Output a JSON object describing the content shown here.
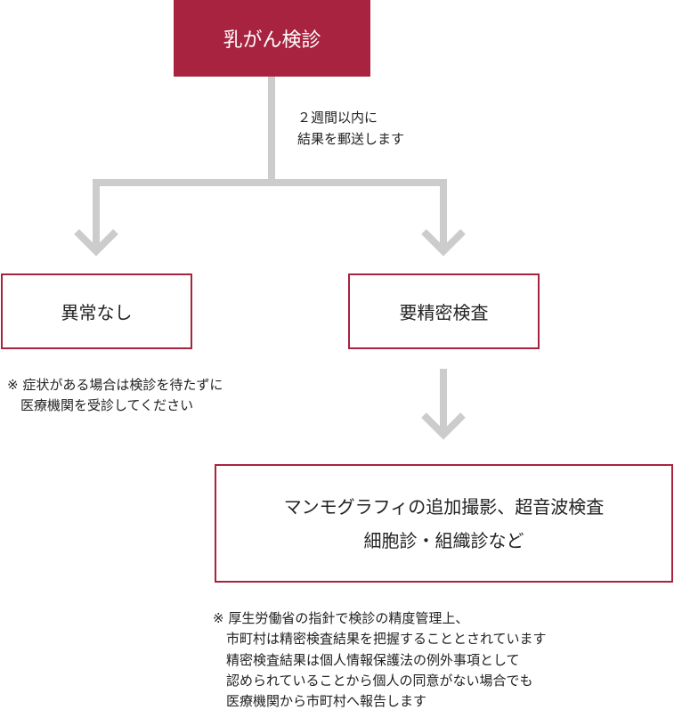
{
  "top_box": {
    "label": "乳がん検診"
  },
  "flow_label": {
    "lines": [
      "２週間以内に",
      "結果を郵送します"
    ]
  },
  "result_normal": {
    "label": "異常なし"
  },
  "result_detail": {
    "label": "要精密検査"
  },
  "note_normal": {
    "lines": [
      "※ 症状がある場合は検診を待たずに",
      "　医療機関を受診してください"
    ]
  },
  "exam_box": {
    "lines": [
      "マンモグラフィの追加撮影、超音波検査",
      "細胞診・組織診など"
    ]
  },
  "note_detail": {
    "lines": [
      "※ 厚生労働省の指針で検診の精度管理上、",
      "　市町村は精密検査結果を把握することとされています",
      "　精密検査結果は個人情報保護法の例外事項として",
      "　認められていることから個人の同意がない場合でも",
      "　医療機関から市町村へ報告します"
    ]
  },
  "colors": {
    "accent": "#a8233f",
    "connector": "#cccccc"
  }
}
